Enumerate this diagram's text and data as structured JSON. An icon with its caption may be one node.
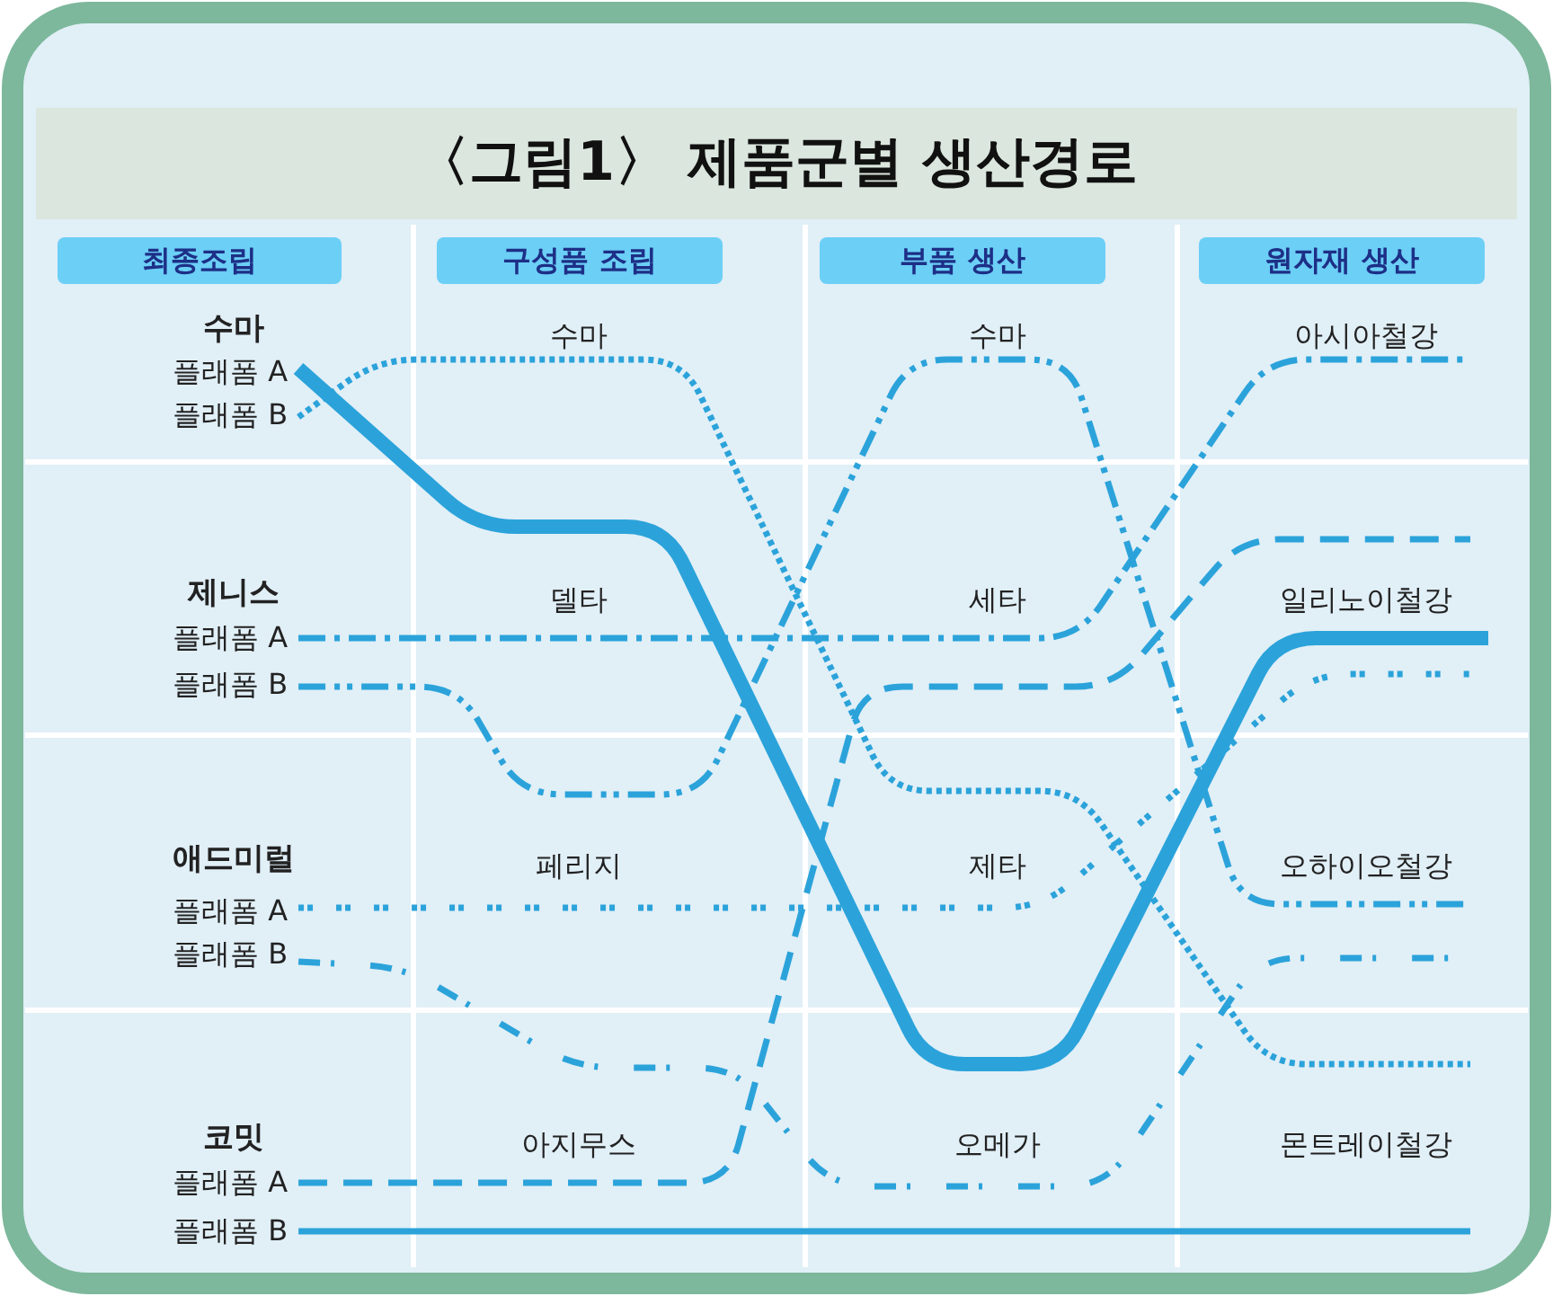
{
  "diagram": {
    "title": "〈그림1〉 제품군별 생산경로",
    "nodes": [
      {
        "text": [
          "최종조립"
        ]
      },
      {
        "text": [
          "구성품 조립"
        ]
      },
      {
        "text": [
          "부품 생산"
        ]
      },
      {
        "text": [
          "원자재 생산"
        ]
      },
      {
        "text": [
          "수마"
        ]
      },
      {
        "text": [
          "플래폼 A"
        ]
      },
      {
        "text": [
          "플래폼 B"
        ]
      },
      {
        "text": [
          "수마"
        ]
      },
      {
        "text": [
          "수마"
        ]
      },
      {
        "text": [
          "아시아철강"
        ]
      },
      {
        "text": [
          "제니스"
        ]
      },
      {
        "text": [
          "플래폼 A"
        ]
      },
      {
        "text": [
          "플래폼 B"
        ]
      },
      {
        "text": [
          "델타"
        ]
      },
      {
        "text": [
          "세타"
        ]
      },
      {
        "text": [
          "일리노이철강"
        ]
      },
      {
        "text": [
          "애드미럴"
        ]
      },
      {
        "text": [
          "플래폼 A"
        ]
      },
      {
        "text": [
          "플래폼 B"
        ]
      },
      {
        "text": [
          "페리지"
        ]
      },
      {
        "text": [
          "제타"
        ]
      },
      {
        "text": [
          "오하이오철강"
        ]
      },
      {
        "text": [
          "코밋"
        ]
      },
      {
        "text": [
          "플래폼 A"
        ]
      },
      {
        "text": [
          "플래폼 B"
        ]
      },
      {
        "text": [
          "아지무스"
        ]
      },
      {
        "text": [
          "오메가"
        ]
      },
      {
        "text": [
          "몬트레이철강"
        ]
      }
    ],
    "edges": [
      {
        "from": 5,
        "to": 15,
        "arrow": "none",
        "style": "thick"
      },
      {
        "from": 6,
        "to": 27,
        "arrow": "none",
        "style": "dashed"
      },
      {
        "from": 11,
        "to": 9,
        "arrow": "none",
        "style": "dashed"
      },
      {
        "from": 12,
        "to": 21,
        "arrow": "none",
        "style": "dashed"
      },
      {
        "from": 17,
        "to": 15,
        "arrow": "none",
        "style": "dashed"
      },
      {
        "from": 18,
        "to": 21,
        "arrow": "none",
        "style": "dashed"
      },
      {
        "from": 23,
        "to": 15,
        "arrow": "none",
        "style": "dashed"
      },
      {
        "from": 24,
        "to": 27,
        "arrow": "none"
      }
    ]
  }
}
